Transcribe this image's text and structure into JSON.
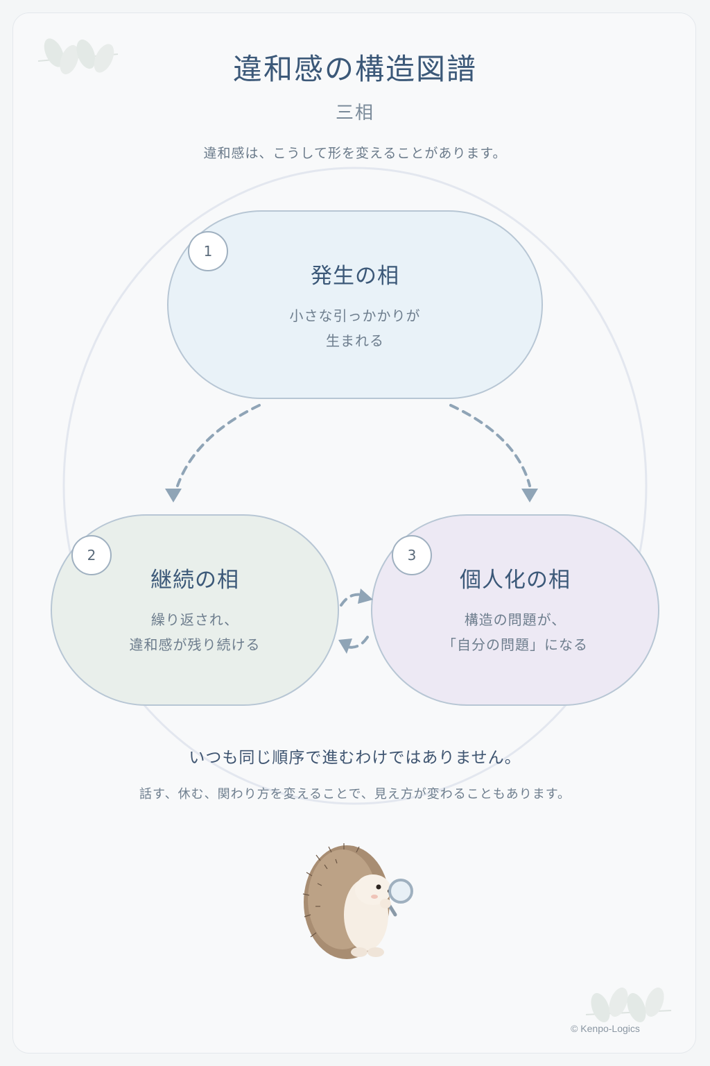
{
  "header": {
    "title": "違和感の構造図譜",
    "subtitle": "三相",
    "lead": "違和感は、こうして形を変えることがあります。"
  },
  "phases": [
    {
      "number": "1",
      "title": "発生の相",
      "desc_line1": "小さな引っかかりが",
      "desc_line2": "生まれる",
      "fill": "#e9f2f8"
    },
    {
      "number": "2",
      "title": "継続の相",
      "desc_line1": "繰り返され、",
      "desc_line2": "違和感が残り続ける",
      "fill": "#e9efeb"
    },
    {
      "number": "3",
      "title": "個人化の相",
      "desc_line1": "構造の問題が、",
      "desc_line2": "「自分の問題」になる",
      "fill": "#ede9f4"
    }
  ],
  "footer": {
    "main": "いつも同じ順序で進むわけではありません。",
    "sub": "話す、休む、関わり方を変えることで、見え方が変わることもあります。",
    "copyright": "© Kenpo-Logics"
  },
  "colors": {
    "arrow": "#8fa4b6",
    "outline": "#b7c6d4",
    "ring": "#e3e7ef"
  },
  "icons": {
    "mascot": "hedgehog-with-magnifier-icon",
    "decor": "leaf-sprig-icon"
  }
}
